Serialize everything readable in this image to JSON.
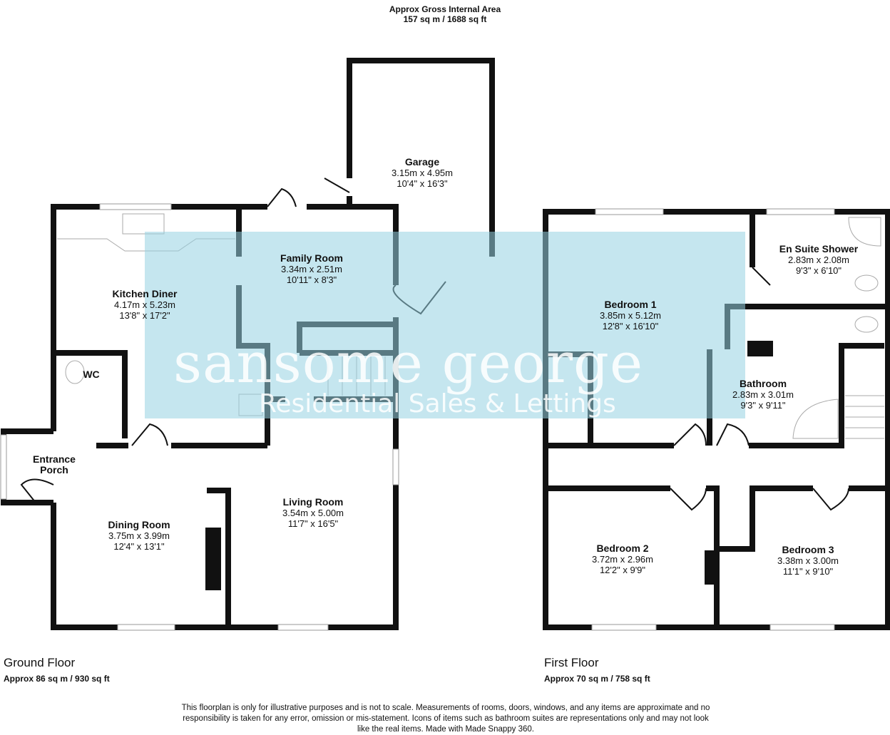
{
  "header": {
    "title": "Approx Gross Internal Area",
    "area": "157 sq m / 1688 sq ft"
  },
  "ground_floor": {
    "name": "Ground Floor",
    "area": "Approx 86 sq m / 930 sq ft",
    "rooms": [
      {
        "name": "Garage",
        "metric": "3.15m x 4.95m",
        "imperial": "10'4\" x 16'3\""
      },
      {
        "name": "Family Room",
        "metric": "3.34m x 2.51m",
        "imperial": "10'11\" x 8'3\""
      },
      {
        "name": "Kitchen Diner",
        "metric": "4.17m x 5.23m",
        "imperial": "13'8\" x 17'2\""
      },
      {
        "name": "WC"
      },
      {
        "name": "Entrance Porch"
      },
      {
        "name": "Dining Room",
        "metric": "3.75m x 3.99m",
        "imperial": "12'4\" x 13'1\""
      },
      {
        "name": "Living Room",
        "metric": "3.54m x 5.00m",
        "imperial": "11'7\" x 16'5\""
      }
    ]
  },
  "first_floor": {
    "name": "First Floor",
    "area": "Approx 70 sq m / 758 sq ft",
    "rooms": [
      {
        "name": "Bedroom 1",
        "metric": "3.85m x 5.12m",
        "imperial": "12'8\" x 16'10\""
      },
      {
        "name": "En Suite Shower",
        "metric": "2.83m x 2.08m",
        "imperial": "9'3\" x 6'10\""
      },
      {
        "name": "Bathroom",
        "metric": "2.83m x 3.01m",
        "imperial": "9'3\" x 9'11\""
      },
      {
        "name": "Bedroom 2",
        "metric": "3.72m x 2.96m",
        "imperial": "12'2\" x 9'9\""
      },
      {
        "name": "Bedroom 3",
        "metric": "3.38m x 3.00m",
        "imperial": "11'1\" x 9'10\""
      }
    ]
  },
  "watermark": {
    "brand": "sansome george",
    "tagline": "Residential Sales & Lettings"
  },
  "disclaimer": "This floorplan is only for illustrative purposes and is not to scale. Measurements of rooms, doors, windows, and any items are approximate and no responsibility is taken for any error, omission or mis-statement. Icons of items such as bathroom suites are representations only and may not look like the real items. Made with Made Snappy 360."
}
